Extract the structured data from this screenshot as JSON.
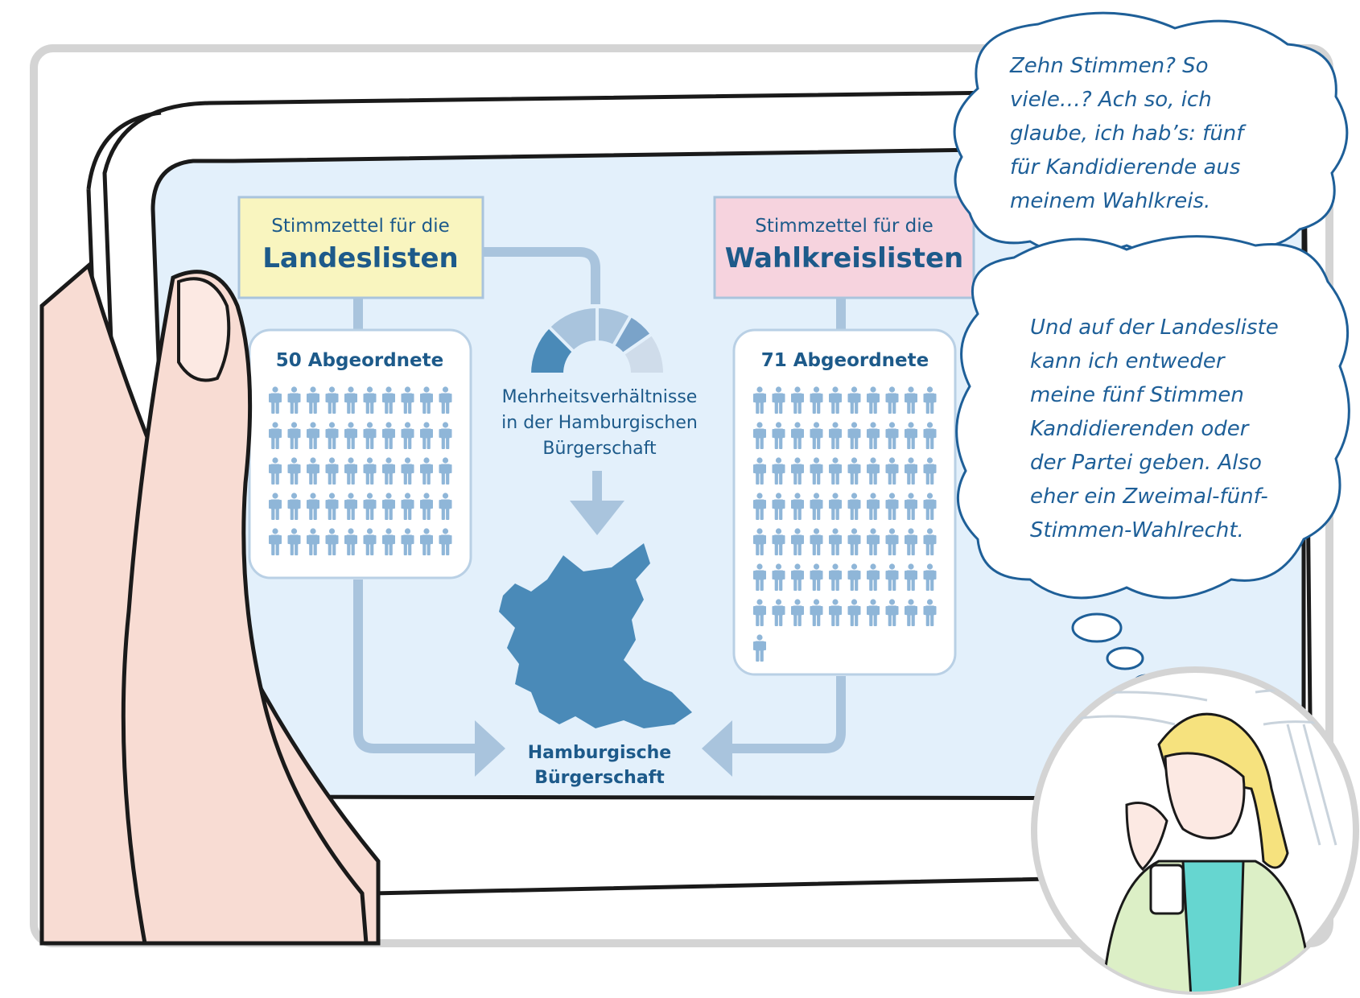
{
  "landes": {
    "ballot_line1": "Stimmzettel für die",
    "ballot_line2": "Landeslisten",
    "count_label": "50 Abgeordnete",
    "seats": 50,
    "color": "#f9f5bf"
  },
  "wahlkreis": {
    "ballot_line1": "Stimmzettel für die",
    "ballot_line2": "Wahlkreislisten",
    "count_label": "71 Abgeordnete",
    "seats": 71,
    "color": "#f6d3de"
  },
  "center": {
    "majority_line1": "Mehrheitsverhältnisse",
    "majority_line2": "in der Hamburgischen",
    "majority_line3": "Bürgerschaft",
    "target_line1": "Hamburgische",
    "target_line2": "Bürgerschaft"
  },
  "bubble_top": {
    "lines": [
      "Zehn Stimmen? So",
      "viele…? Ach so, ich",
      "glaube, ich hab’s: fünf",
      "für Kandidierende aus",
      "meinem Wahlkreis."
    ]
  },
  "bubble_bottom": {
    "lines": [
      "Und auf der Landesliste",
      "kann ich entweder",
      "meine fünf Stimmen",
      "Kandidierenden oder",
      "der Partei geben. Also",
      "eher ein Zweimal-fünf-",
      "Stimmen-Wahlrecht."
    ]
  },
  "colors": {
    "screen_bg": "#e3f0fb",
    "heading_blue": "#1d5a8a",
    "person_blue": "#8fb6d8",
    "flow_line": "#a9c4dd",
    "map_blue": "#4a8ab8",
    "bubble_text": "#1e5f98",
    "skin": "#f8dcd3"
  },
  "icons": {
    "person": "person-icon",
    "map": "hamburg-map-icon",
    "gauge": "semicircle-gauge-icon"
  }
}
